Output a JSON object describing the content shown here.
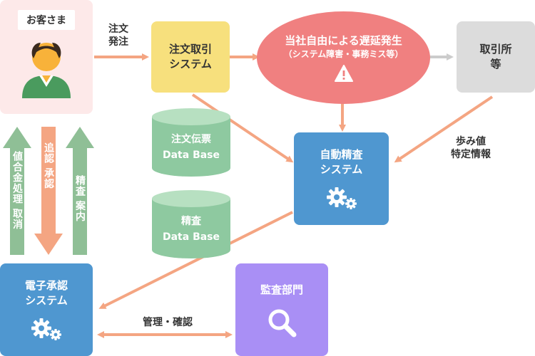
{
  "colors": {
    "customer_bg": "#fde9e9",
    "order_system": "#f7e07d",
    "delay_ellipse": "#f08080",
    "broker": "#dcdcdc",
    "database": "#8ec9a0",
    "audit_system": "#4f97d0",
    "approval_system": "#4f97d0",
    "audit_dept": "#a98ff5",
    "arrow_salmon": "#f4a582",
    "arrow_green": "#8fbf96",
    "arrow_gray": "#cccccc"
  },
  "customer": {
    "title": "お客さま",
    "icon": "person-icon"
  },
  "order_label": {
    "line1": "注文",
    "line2": "発注"
  },
  "order_system": {
    "line1": "注文取引",
    "line2": "システム"
  },
  "delay": {
    "title": "当社自由による遅延発生",
    "subtitle": "（システム障害・事務ミス等）",
    "icon": "warning-icon"
  },
  "broker": {
    "line1": "取引所",
    "line2": "等"
  },
  "price_info": {
    "line1": "歩み値",
    "line2": "特定情報"
  },
  "db_order": {
    "line1": "注文伝票",
    "line2": "Data Base"
  },
  "db_audit": {
    "line1": "精査",
    "line2": "Data Base"
  },
  "audit_system": {
    "line1": "自動精査",
    "line2": "システム",
    "icon": "gears-icon"
  },
  "approval_system": {
    "line1": "電子承認",
    "line2": "システム",
    "icon": "gears-icon"
  },
  "audit_dept": {
    "title": "監査部門",
    "icon": "search-icon"
  },
  "manage_label": "管理・確認",
  "side_arrows": {
    "left": "値合金処理 取消",
    "middle": "追認 承認",
    "right": "精査 案内"
  }
}
